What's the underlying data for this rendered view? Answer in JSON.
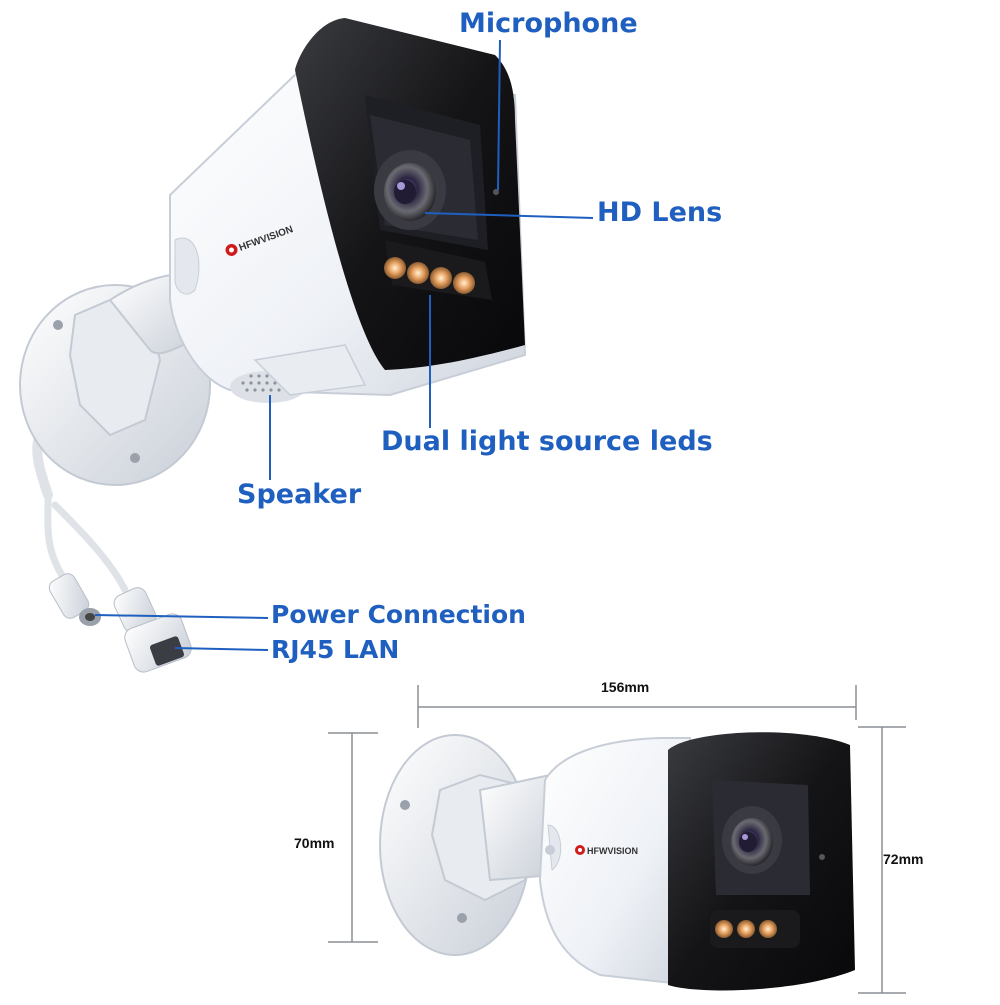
{
  "brand": {
    "logo_text": "HFWVISION"
  },
  "callouts": {
    "microphone": "Microphone",
    "hd_lens": "HD Lens",
    "dual_leds": "Dual light source leds",
    "speaker": "Speaker",
    "power": "Power Connection",
    "rj45": "RJ45 LAN"
  },
  "dimensions": {
    "length": "156mm",
    "base_height": "70mm",
    "front_height": "72mm"
  },
  "colors": {
    "callout_text": "#1f5fbf",
    "leader_line": "#1f5fbf",
    "housing": "#f2f4f8",
    "visor": "#141416",
    "led": "#e8a261",
    "brand_red": "#d11a1a"
  }
}
